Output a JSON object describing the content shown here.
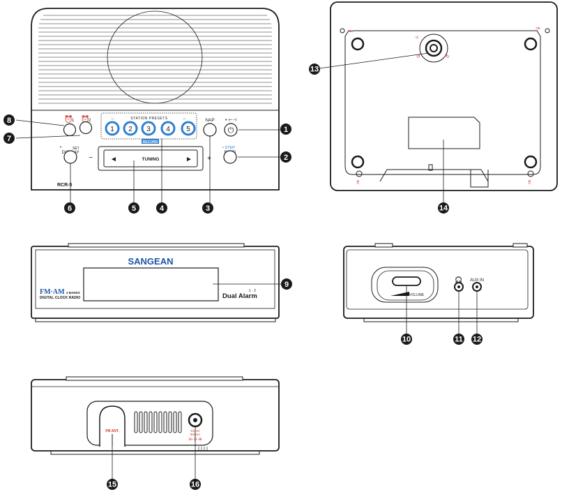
{
  "front": {
    "model": "RCR-5",
    "station_presets_label": "STATION PRESETS",
    "preset_labels": [
      "1",
      "2",
      "3",
      "4",
      "5"
    ],
    "badge": "RECORD",
    "tuning_label": "TUNING",
    "tuning_minus": "−",
    "tuning_plus": "+",
    "nap_label": "NAP",
    "alarm1_label": "1",
    "alarm2_label": "2",
    "display_label_top": "SET",
    "display_label": "DISPLAY",
    "step_label": "• STEP",
    "band_label": "BAND"
  },
  "top": {
    "brand": "SANGEAN",
    "fm_am": "FM·AM",
    "bands": "2 BANDS",
    "subtitle": "DIGITAL CLOCK RADIO",
    "dual_alarm": "Dual Alarm",
    "dual_alarm_sup": "1 · 2"
  },
  "side": {
    "volume_label": "VOLUME",
    "aux_label": "AUX IN"
  },
  "back": {
    "fm_ant": "FM ANT.",
    "dc_label_1": "DC 6V",
    "dc_label_2": "600mA"
  },
  "callouts": [
    "1",
    "2",
    "3",
    "4",
    "5",
    "6",
    "7",
    "8",
    "9",
    "10",
    "11",
    "12",
    "13",
    "14",
    "15",
    "16"
  ],
  "colors": {
    "outline": "#1a1a1a",
    "panel_fill": "#ffffff",
    "preset_blue": "#2f7fd1",
    "accent_red": "#d23a2a"
  }
}
